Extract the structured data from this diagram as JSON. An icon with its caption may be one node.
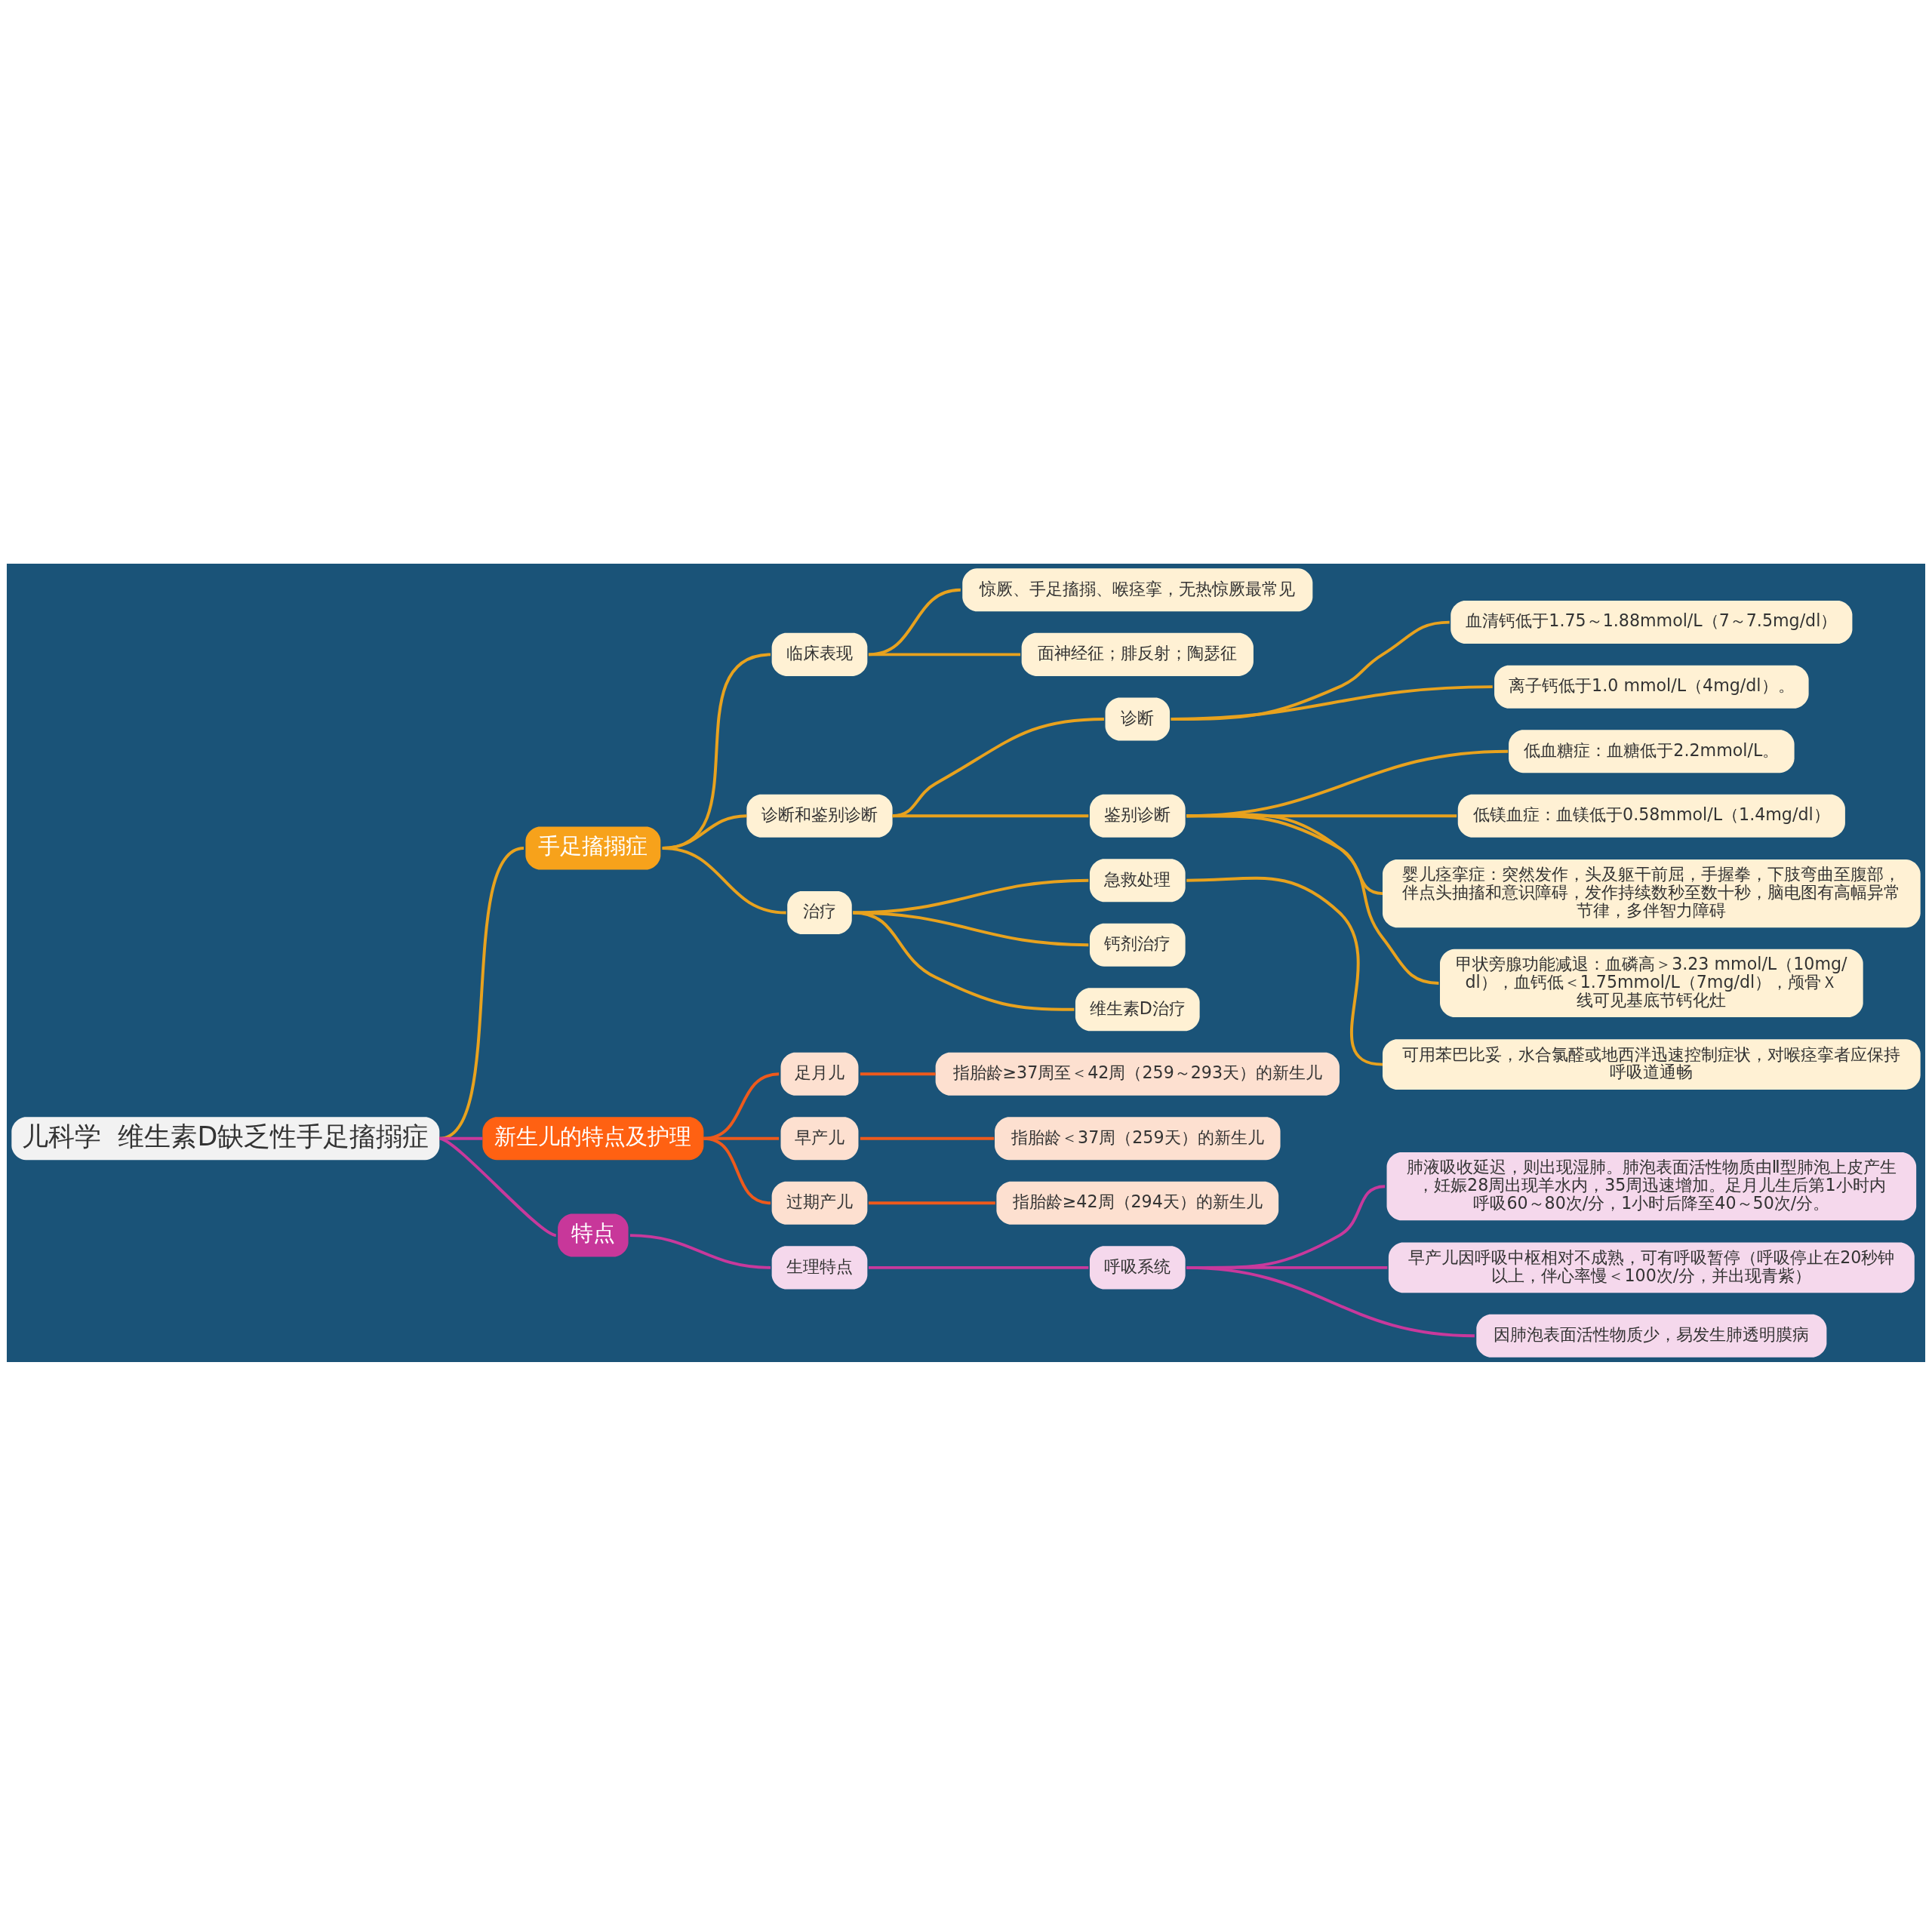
{
  "diagram": {
    "nodes": [
      {
        "text": [
          "儿科学  维生素D缺乏性手足搐搦症"
        ]
      },
      {
        "text": [
          "手足搐搦症"
        ]
      },
      {
        "text": [
          "临床表现"
        ]
      },
      {
        "text": [
          "惊厥、手足搐搦、喉痉挛，无热惊厥最常见"
        ]
      },
      {
        "text": [
          "面神经征；腓反射；陶瑟征"
        ]
      },
      {
        "text": [
          "诊断和鉴别诊断"
        ]
      },
      {
        "text": [
          "诊断"
        ]
      },
      {
        "text": [
          "血清钙低于1.75～1.88mmol/L（7～7.5mg/dl）"
        ]
      },
      {
        "text": [
          "离子钙低于1.0 mmol/L（4mg/dl）。"
        ]
      },
      {
        "text": [
          "鉴别诊断"
        ]
      },
      {
        "text": [
          "低血糖症：血糖低于2.2mmol/L。"
        ]
      },
      {
        "text": [
          "低镁血症：血镁低于0.58mmol/L（1.4mg/dl）"
        ]
      },
      {
        "text": [
          "婴儿痉挛症：突然发作，头及躯干前屈，手握拳，下肢弯曲至腹部，伴点头抽搐和意识障碍，发作持续数秒至数十秒，脑电图有高幅异常节律，多伴智力障碍"
        ]
      },
      {
        "text": [
          "甲状旁腺功能减退：血磷高＞3.23 mmol/L（10mg/dl），血钙低＜1.75mmol/L（7mg/dl），颅骨Ｘ线可见基底节钙化灶"
        ]
      },
      {
        "text": [
          "治疗"
        ]
      },
      {
        "text": [
          "急救处理"
        ]
      },
      {
        "text": [
          "可用苯巴比妥，水合氯醛或地西泮迅速控制症状，对喉痉挛者应保持呼吸道通畅"
        ]
      },
      {
        "text": [
          "钙剂治疗"
        ]
      },
      {
        "text": [
          "维生素D治疗"
        ]
      },
      {
        "text": [
          "新生儿的特点及护理"
        ]
      },
      {
        "text": [
          "足月儿"
        ]
      },
      {
        "text": [
          "指胎龄≥37周至＜42周（259～293天）的新生儿"
        ]
      },
      {
        "text": [
          "早产儿"
        ]
      },
      {
        "text": [
          "指胎龄＜37周（259天）的新生儿"
        ]
      },
      {
        "text": [
          "过期产儿"
        ]
      },
      {
        "text": [
          "指胎龄≥42周（294天）的新生儿"
        ]
      },
      {
        "text": [
          "特点"
        ]
      },
      {
        "text": [
          "生理特点"
        ]
      },
      {
        "text": [
          "呼吸系统"
        ]
      },
      {
        "text": [
          "肺液吸收延迟，则出现湿肺。肺泡表面活性物质由Ⅱ型肺泡上皮产生，妊娠28周出现羊水内，35周迅速增加。足月儿生后第1小时内呼吸60～80次/分，1小时后降至40～50次/分。"
        ]
      },
      {
        "text": [
          "早产儿因呼吸中枢相对不成熟，可有呼吸暂停（呼吸停止在20秒钟以上，伴心率慢＜100次/分，并出现青紫）"
        ]
      },
      {
        "text": [
          "因肺泡表面活性物质少，易发生肺透明膜病"
        ]
      }
    ],
    "edges": [
      {
        "from": 0,
        "to": 1,
        "arrow": "none"
      },
      {
        "from": 1,
        "to": 2,
        "arrow": "none"
      },
      {
        "from": 2,
        "to": 3,
        "arrow": "none"
      },
      {
        "from": 2,
        "to": 4,
        "arrow": "none"
      },
      {
        "from": 1,
        "to": 5,
        "arrow": "none"
      },
      {
        "from": 5,
        "to": 6,
        "arrow": "none"
      },
      {
        "from": 6,
        "to": 7,
        "arrow": "none"
      },
      {
        "from": 6,
        "to": 8,
        "arrow": "none"
      },
      {
        "from": 5,
        "to": 9,
        "arrow": "none"
      },
      {
        "from": 9,
        "to": 10,
        "arrow": "none"
      },
      {
        "from": 9,
        "to": 11,
        "arrow": "none"
      },
      {
        "from": 9,
        "to": 12,
        "arrow": "none"
      },
      {
        "from": 9,
        "to": 13,
        "arrow": "none"
      },
      {
        "from": 1,
        "to": 14,
        "arrow": "none"
      },
      {
        "from": 14,
        "to": 15,
        "arrow": "none"
      },
      {
        "from": 15,
        "to": 16,
        "arrow": "none"
      },
      {
        "from": 14,
        "to": 17,
        "arrow": "none"
      },
      {
        "from": 14,
        "to": 18,
        "arrow": "none"
      },
      {
        "from": 0,
        "to": 19,
        "arrow": "none",
        "color": "#c8399c"
      },
      {
        "from": 19,
        "to": 20,
        "arrow": "none",
        "color": "#ee5a1c"
      },
      {
        "from": 20,
        "to": 21,
        "arrow": "none",
        "color": "#ee5a1c"
      },
      {
        "from": 19,
        "to": 22,
        "arrow": "none",
        "color": "#ee5a1c"
      },
      {
        "from": 22,
        "to": 23,
        "arrow": "none",
        "color": "#ee5a1c"
      },
      {
        "from": 19,
        "to": 24,
        "arrow": "none",
        "color": "#ee5a1c"
      },
      {
        "from": 24,
        "to": 25,
        "arrow": "none",
        "color": "#ee5a1c"
      },
      {
        "from": 0,
        "to": 26,
        "arrow": "none",
        "color": "#c8399c"
      },
      {
        "from": 26,
        "to": 27,
        "arrow": "none",
        "color": "#c8399c"
      },
      {
        "from": 27,
        "to": 28,
        "arrow": "none",
        "color": "#c8399c"
      },
      {
        "from": 28,
        "to": 29,
        "arrow": "none",
        "color": "#c8399c"
      },
      {
        "from": 28,
        "to": 30,
        "arrow": "none",
        "color": "#c8399c"
      },
      {
        "from": 28,
        "to": 31,
        "arrow": "none",
        "color": "#c8399c"
      }
    ]
  }
}
